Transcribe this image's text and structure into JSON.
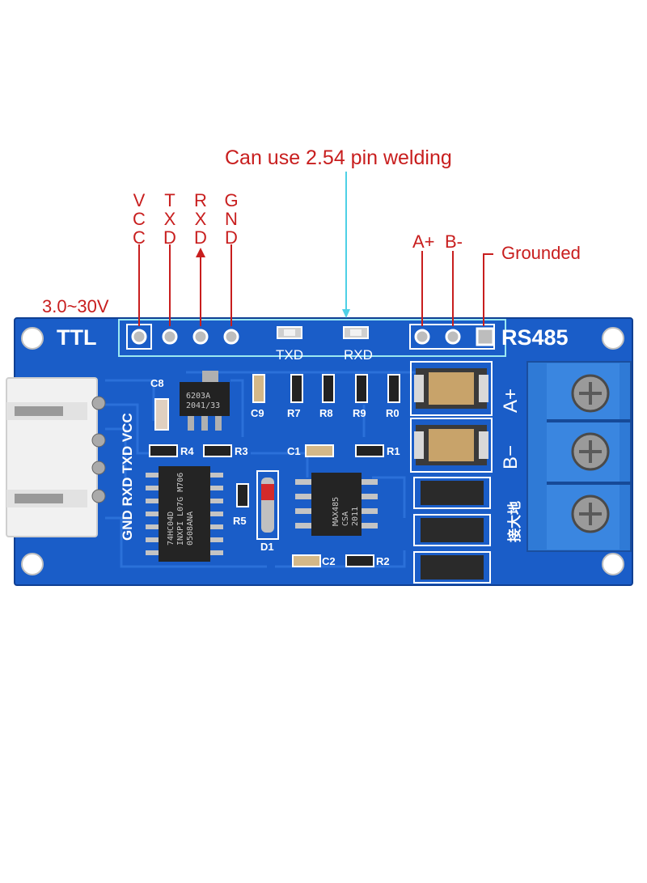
{
  "annotations": {
    "welding_note": "Can use 2.54 pin welding",
    "voltage_range": "3.0~30V",
    "vcc": [
      "V",
      "C",
      "C"
    ],
    "txd": [
      "T",
      "X",
      "D"
    ],
    "rxd": [
      "R",
      "X",
      "D"
    ],
    "gnd": [
      "G",
      "N",
      "D"
    ],
    "a_plus": "A+",
    "b_minus": "B-",
    "grounded": "Grounded"
  },
  "board": {
    "ttl_label": "TTL",
    "rs485_label": "RS485",
    "connector_labels": "GND RXD TXD VCC",
    "led_txd": "TXD",
    "led_rxd": "RXD",
    "terminal_a": "A+",
    "terminal_b": "B−",
    "ground_chinese": "接大地",
    "components": {
      "c8": "C8",
      "c9": "C9",
      "r7": "R7",
      "r8": "R8",
      "r9": "R9",
      "r0": "R0",
      "r4": "R4",
      "r3": "R3",
      "c1": "C1",
      "r1": "R1",
      "r5": "R5",
      "d1": "D1",
      "c2": "C2",
      "r2": "R2"
    },
    "chips": {
      "regulator": [
        "6203A",
        "2041/33"
      ],
      "logic": [
        "74HC04D",
        "INXPI L07G M706",
        "0508ANA"
      ],
      "transceiver": [
        "MAX485",
        "CSA",
        "2011"
      ]
    }
  },
  "colors": {
    "annotation": "#c81e1e",
    "pointer_line": "#4ed0e6",
    "pcb": "#1a5dc8",
    "terminal_block": "#2f7ad6",
    "silkscreen": "#ffffff"
  }
}
